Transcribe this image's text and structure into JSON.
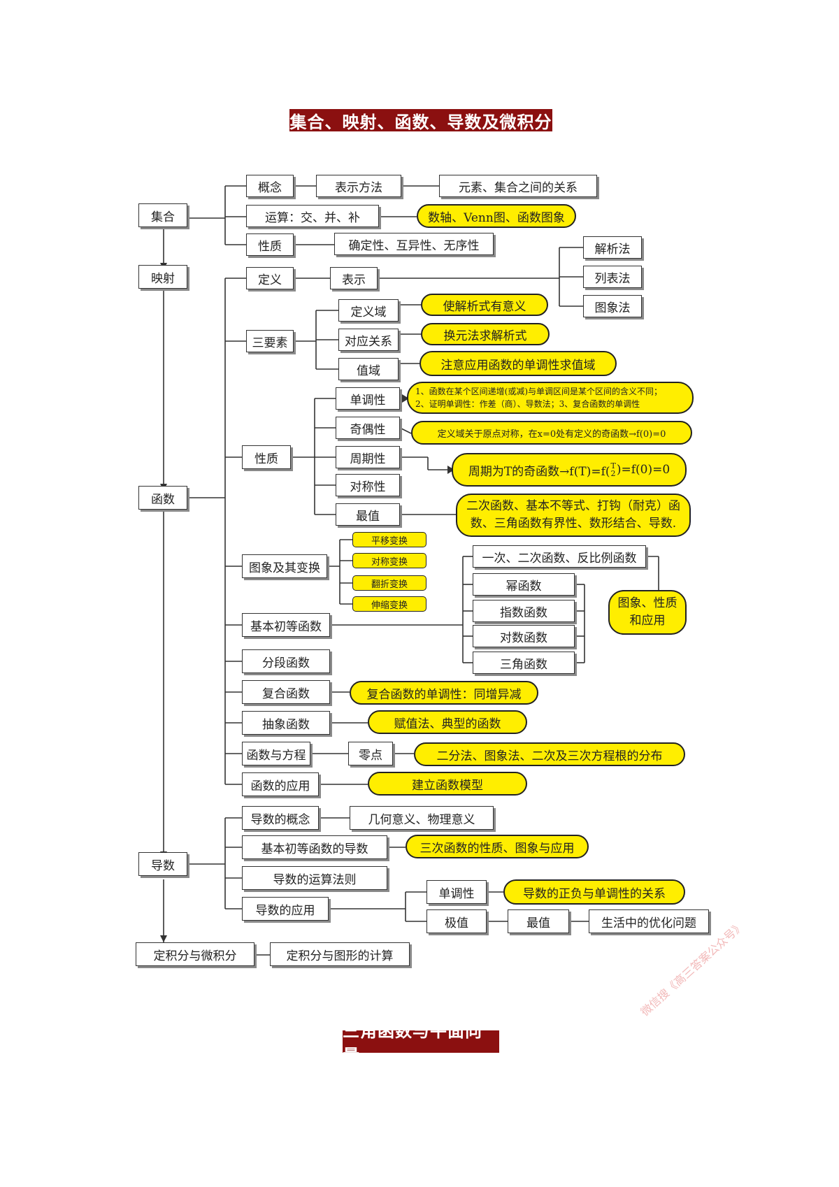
{
  "title_top": "集合、映射、函数、导数及微积分",
  "title_bottom": "三角函数与平面向量",
  "watermark": "微信搜《高三答案公众号》",
  "nodes": {
    "jihe": "集合",
    "yingshe": "映射",
    "hanshu": "函数",
    "daoshu": "导数",
    "dingjifen": "定积分与微积分",
    "dingjifen_tuxing": "定积分与图形的计算",
    "gainian": "概念",
    "biaoshi_fangfa": "表示方法",
    "yuansu_guanxi": "元素、集合之间的关系",
    "yunsuan": "运算：交、并、补",
    "shuzhou": "数轴、Venn图、函数图象",
    "xingzhi_jihe": "性质",
    "quedingxing": "确定性、互异性、无序性",
    "dingyi": "定义",
    "biaoshi": "表示",
    "jiexifa": "解析法",
    "liebiaofa": "列表法",
    "tuxiangfa": "图象法",
    "sanyaosu": "三要素",
    "dingyiyu": "定义域",
    "dingyiyu_note": "使解析式有意义",
    "duiying": "对应关系",
    "duiying_note": "换元法求解析式",
    "zhiyu": "值域",
    "zhiyu_note": "注意应用函数的单调性求值域",
    "xingzhi_hanshu": "性质",
    "dandiao": "单调性",
    "dandiao_note1": "1、函数在某个区间递增(或减)与单调区间是某个区间的含义不同；",
    "dandiao_note2": "2、证明单调性：作差（商）、导数法；3、复合函数的单调性",
    "jiou": "奇偶性",
    "jiou_note": "定义域关于原点对称，在x=0处有定义的奇函数→f(0)=0",
    "zhouqi": "周期性",
    "zhouqi_note_a": "周期为T的奇函数→f(T)=f(",
    "zhouqi_note_frac_num": "T",
    "zhouqi_note_frac_den": "2",
    "zhouqi_note_b": ")=f(0)=0",
    "duicheng": "对称性",
    "zuizhi": "最值",
    "zuizhi_note1": "二次函数、基本不等式、打钩（耐克）函",
    "zuizhi_note2": "数、三角函数有界性、数形结合、导数.",
    "tuxiang_bianhuan": "图象及其变换",
    "pingyi": "平移变换",
    "duicheng_bh": "对称变换",
    "fanzhe": "翻折变换",
    "shensuo": "伸缩变换",
    "jiben_chudeng": "基本初等函数",
    "yici": "一次、二次函数、反比例函数",
    "mi": "幂函数",
    "zhishu": "指数函数",
    "duishu": "对数函数",
    "sanjiao": "三角函数",
    "tuxiang_xingzhi1": "图象、性质",
    "tuxiang_xingzhi2": "和应用",
    "fenduan": "分段函数",
    "fuhe": "复合函数",
    "fuhe_note": "复合函数的单调性：同增异减",
    "chouxiang": "抽象函数",
    "chouxiang_note": "赋值法、典型的函数",
    "fangcheng": "函数与方程",
    "lingdian": "零点",
    "lingdian_note": "二分法、图象法、二次及三次方程根的分布",
    "yingyong": "函数的应用",
    "yingyong_note": "建立函数模型",
    "ds_gainian": "导数的概念",
    "jihe_yiyi": "几何意义、物理意义",
    "ds_jiben": "基本初等函数的导数",
    "ds_jiben_note": "三次函数的性质、图象与应用",
    "ds_yunsuan": "导数的运算法则",
    "ds_yingyong": "导数的应用",
    "ds_dandiao": "单调性",
    "ds_dandiao_note": "导数的正负与单调性的关系",
    "jizhi": "极值",
    "ds_zuizhi": "最值",
    "youhua": "生活中的优化问题"
  },
  "colors": {
    "title_bg": "#8b1010",
    "highlight": "#ffee00",
    "line": "#333333"
  }
}
